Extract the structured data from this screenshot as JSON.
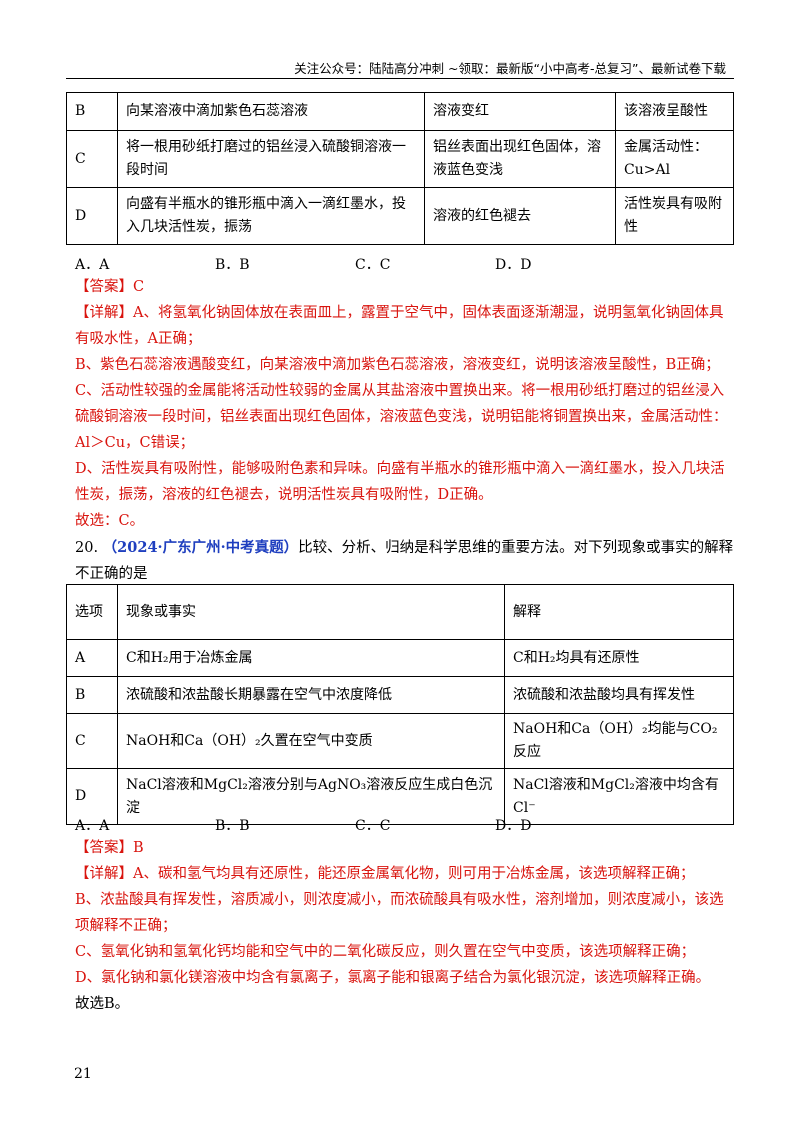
{
  "header": "关注公众号：陆陆高分冲刺 ~领取：最新版“小中高考-总复习”、最新试卷下载",
  "table1": [
    {
      "opt": "B",
      "op": "向某溶液中滴加紫色石蕊溶液",
      "ph": "溶液变红",
      "con": "该溶液呈酸性"
    },
    {
      "opt": "C",
      "op": "将一根用砂纸打磨过的铝丝浸入硫酸铜溶液一段时间",
      "ph": "铝丝表面出现红色固体，溶液蓝色变浅",
      "con": "金属活动性：Cu>Al"
    },
    {
      "opt": "D",
      "op": "向盛有半瓶水的锥形瓶中滴入一滴红墨水，投入几块活性炭，振荡",
      "ph": "溶液的红色褪去",
      "con": "活性炭具有吸附性"
    }
  ],
  "options1": [
    "A．A",
    "B．B",
    "C．C",
    "D．D"
  ],
  "answer1": "【答案】C",
  "detail1": [
    "【详解】A、将氢氧化钠固体放在表面皿上，露置于空气中，固体表面逐渐潮湿，说明氢氧化钠固体具有吸水性，A正确；",
    "B、紫色石蕊溶液遇酸变红，向某溶液中滴加紫色石蕊溶液，溶液变红，说明该溶液呈酸性，B正确；",
    "C、活动性较强的金属能将活动性较弱的金属从其盐溶液中置换出来。将一根用砂纸打磨过的铝丝浸入硫酸铜溶液一段时间，铝丝表面出现红色固体，溶液蓝色变浅，说明铝能将铜置换出来，金属活动性：Al＞Cu，C错误；",
    "D、活性炭具有吸附性，能够吸附色素和异味。向盛有半瓶水的锥形瓶中滴入一滴红墨水，投入几块活性炭，振荡，溶液的红色褪去，说明活性炭具有吸附性，D正确。",
    "故选：C。"
  ],
  "q20": {
    "num": "20.",
    "source": "（2024·广东广州·中考真题）",
    "stem": "比较、分析、归纳是科学思维的重要方法。对下列现象或事实的解释不正确的是"
  },
  "table2": {
    "headers": [
      "选项",
      "现象或事实",
      "解释"
    ],
    "rows": [
      {
        "opt": "A",
        "fact": "C和H₂用于冶炼金属",
        "exp": "C和H₂均具有还原性"
      },
      {
        "opt": "B",
        "fact": "浓硫酸和浓盐酸长期暴露在空气中浓度降低",
        "exp": "浓硫酸和浓盐酸均具有挥发性"
      },
      {
        "opt": "C",
        "fact": "NaOH和Ca（OH）₂久置在空气中变质",
        "exp": "NaOH和Ca（OH）₂均能与CO₂反应"
      },
      {
        "opt": "D",
        "fact": "NaCl溶液和MgCl₂溶液分别与AgNO₃溶液反应生成白色沉淀",
        "exp": "NaCl溶液和MgCl₂溶液中均含有Cl⁻"
      }
    ]
  },
  "options2": [
    "A．A",
    "B．B",
    "C．C",
    "D．D"
  ],
  "answer2": "【答案】B",
  "detail2": [
    "【详解】A、碳和氢气均具有还原性，能还原金属氧化物，则可用于冶炼金属，该选项解释正确；",
    "B、浓盐酸具有挥发性，溶质减小，则浓度减小，而浓硫酸具有吸水性，溶剂增加，则浓度减小，该选项解释不正确；",
    "C、氢氧化钠和氢氧化钙均能和空气中的二氧化碳反应，则久置在空气中变质，该选项解释正确；",
    "D、氯化钠和氯化镁溶液中均含有氯离子，氯离子能和银离子结合为氯化银沉淀，该选项解释正确。",
    "故选B。"
  ],
  "page_number": "21"
}
